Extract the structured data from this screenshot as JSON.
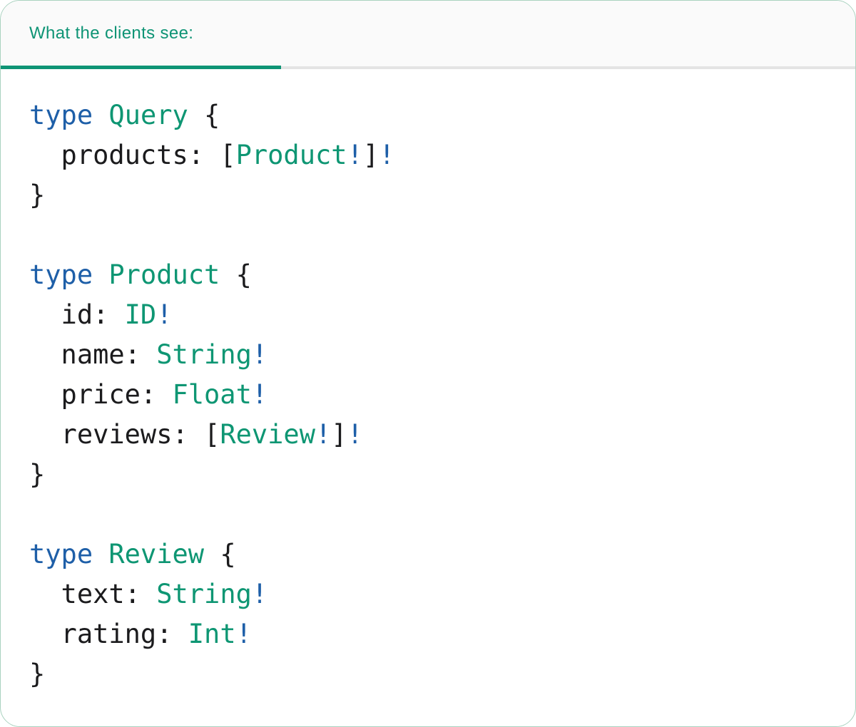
{
  "colors": {
    "keyword": "#1E5FA8",
    "type_name": "#0E9673",
    "code_text": "#1B1B1D",
    "tab_accent": "#0E9475",
    "tab_bar_bg": "#FAFAFA",
    "divider": "#E4E4E4",
    "panel_border": "#A9D2BF",
    "panel_bg": "#FFFFFF"
  },
  "tab": {
    "label": "What the clients see:"
  },
  "code": {
    "lines": [
      {
        "tokens": [
          {
            "c": "kw",
            "t": "type"
          },
          {
            "c": "pl",
            "t": " "
          },
          {
            "c": "ty",
            "t": "Query"
          },
          {
            "c": "pl",
            "t": " {"
          }
        ]
      },
      {
        "tokens": [
          {
            "c": "pl",
            "t": "  products: ["
          },
          {
            "c": "ty",
            "t": "Product"
          },
          {
            "c": "kw",
            "t": "!"
          },
          {
            "c": "pl",
            "t": "]"
          },
          {
            "c": "kw",
            "t": "!"
          }
        ]
      },
      {
        "tokens": [
          {
            "c": "pl",
            "t": "}"
          }
        ]
      },
      {
        "tokens": []
      },
      {
        "tokens": [
          {
            "c": "kw",
            "t": "type"
          },
          {
            "c": "pl",
            "t": " "
          },
          {
            "c": "ty",
            "t": "Product"
          },
          {
            "c": "pl",
            "t": " {"
          }
        ]
      },
      {
        "tokens": [
          {
            "c": "pl",
            "t": "  id: "
          },
          {
            "c": "ty",
            "t": "ID"
          },
          {
            "c": "kw",
            "t": "!"
          }
        ]
      },
      {
        "tokens": [
          {
            "c": "pl",
            "t": "  name: "
          },
          {
            "c": "ty",
            "t": "String"
          },
          {
            "c": "kw",
            "t": "!"
          }
        ]
      },
      {
        "tokens": [
          {
            "c": "pl",
            "t": "  price: "
          },
          {
            "c": "ty",
            "t": "Float"
          },
          {
            "c": "kw",
            "t": "!"
          }
        ]
      },
      {
        "tokens": [
          {
            "c": "pl",
            "t": "  reviews: ["
          },
          {
            "c": "ty",
            "t": "Review"
          },
          {
            "c": "kw",
            "t": "!"
          },
          {
            "c": "pl",
            "t": "]"
          },
          {
            "c": "kw",
            "t": "!"
          }
        ]
      },
      {
        "tokens": [
          {
            "c": "pl",
            "t": "}"
          }
        ]
      },
      {
        "tokens": []
      },
      {
        "tokens": [
          {
            "c": "kw",
            "t": "type"
          },
          {
            "c": "pl",
            "t": " "
          },
          {
            "c": "ty",
            "t": "Review"
          },
          {
            "c": "pl",
            "t": " {"
          }
        ]
      },
      {
        "tokens": [
          {
            "c": "pl",
            "t": "  text: "
          },
          {
            "c": "ty",
            "t": "String"
          },
          {
            "c": "kw",
            "t": "!"
          }
        ]
      },
      {
        "tokens": [
          {
            "c": "pl",
            "t": "  rating: "
          },
          {
            "c": "ty",
            "t": "Int"
          },
          {
            "c": "kw",
            "t": "!"
          }
        ]
      },
      {
        "tokens": [
          {
            "c": "pl",
            "t": "}"
          }
        ]
      }
    ]
  }
}
